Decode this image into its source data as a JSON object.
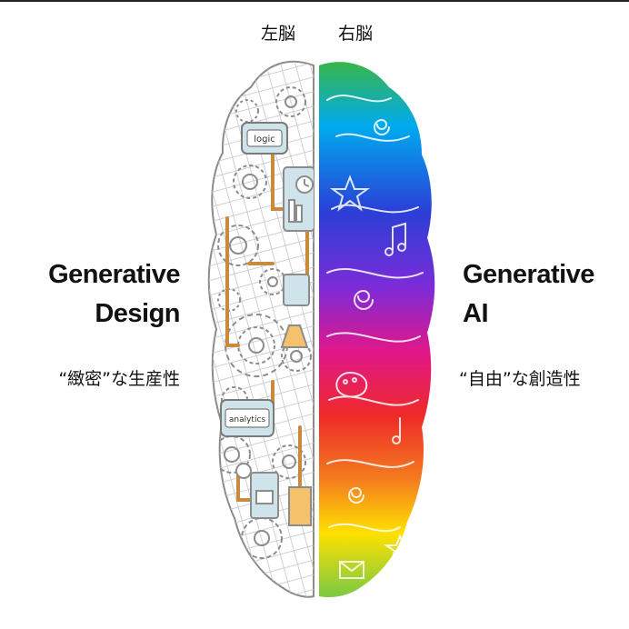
{
  "hemispheres": {
    "left_label": "左脳",
    "right_label": "右脳"
  },
  "left": {
    "title_line1": "Generative",
    "title_line2": "Design",
    "subtitle": "“緻密”な生産性",
    "box_logic": "logic",
    "box_analytics": "analytics"
  },
  "right": {
    "title_line1": "Generative",
    "title_line2": "AI",
    "subtitle": "“自由”な創造性"
  },
  "colors": {
    "outline": "#9a9a9a",
    "pipe": "#c98a3c",
    "box_fill": "#cfe3ea",
    "rainbow": [
      "#39b54a",
      "#00aaee",
      "#2b3fd6",
      "#7b2cd8",
      "#e0178a",
      "#ee2a2a",
      "#f47c1e",
      "#ffe100",
      "#7ac943"
    ]
  },
  "icons": [
    "gear-icon",
    "clock-icon",
    "flask-icon",
    "star-icon",
    "music-note-icon",
    "spiral-icon",
    "palette-icon",
    "envelope-icon"
  ]
}
